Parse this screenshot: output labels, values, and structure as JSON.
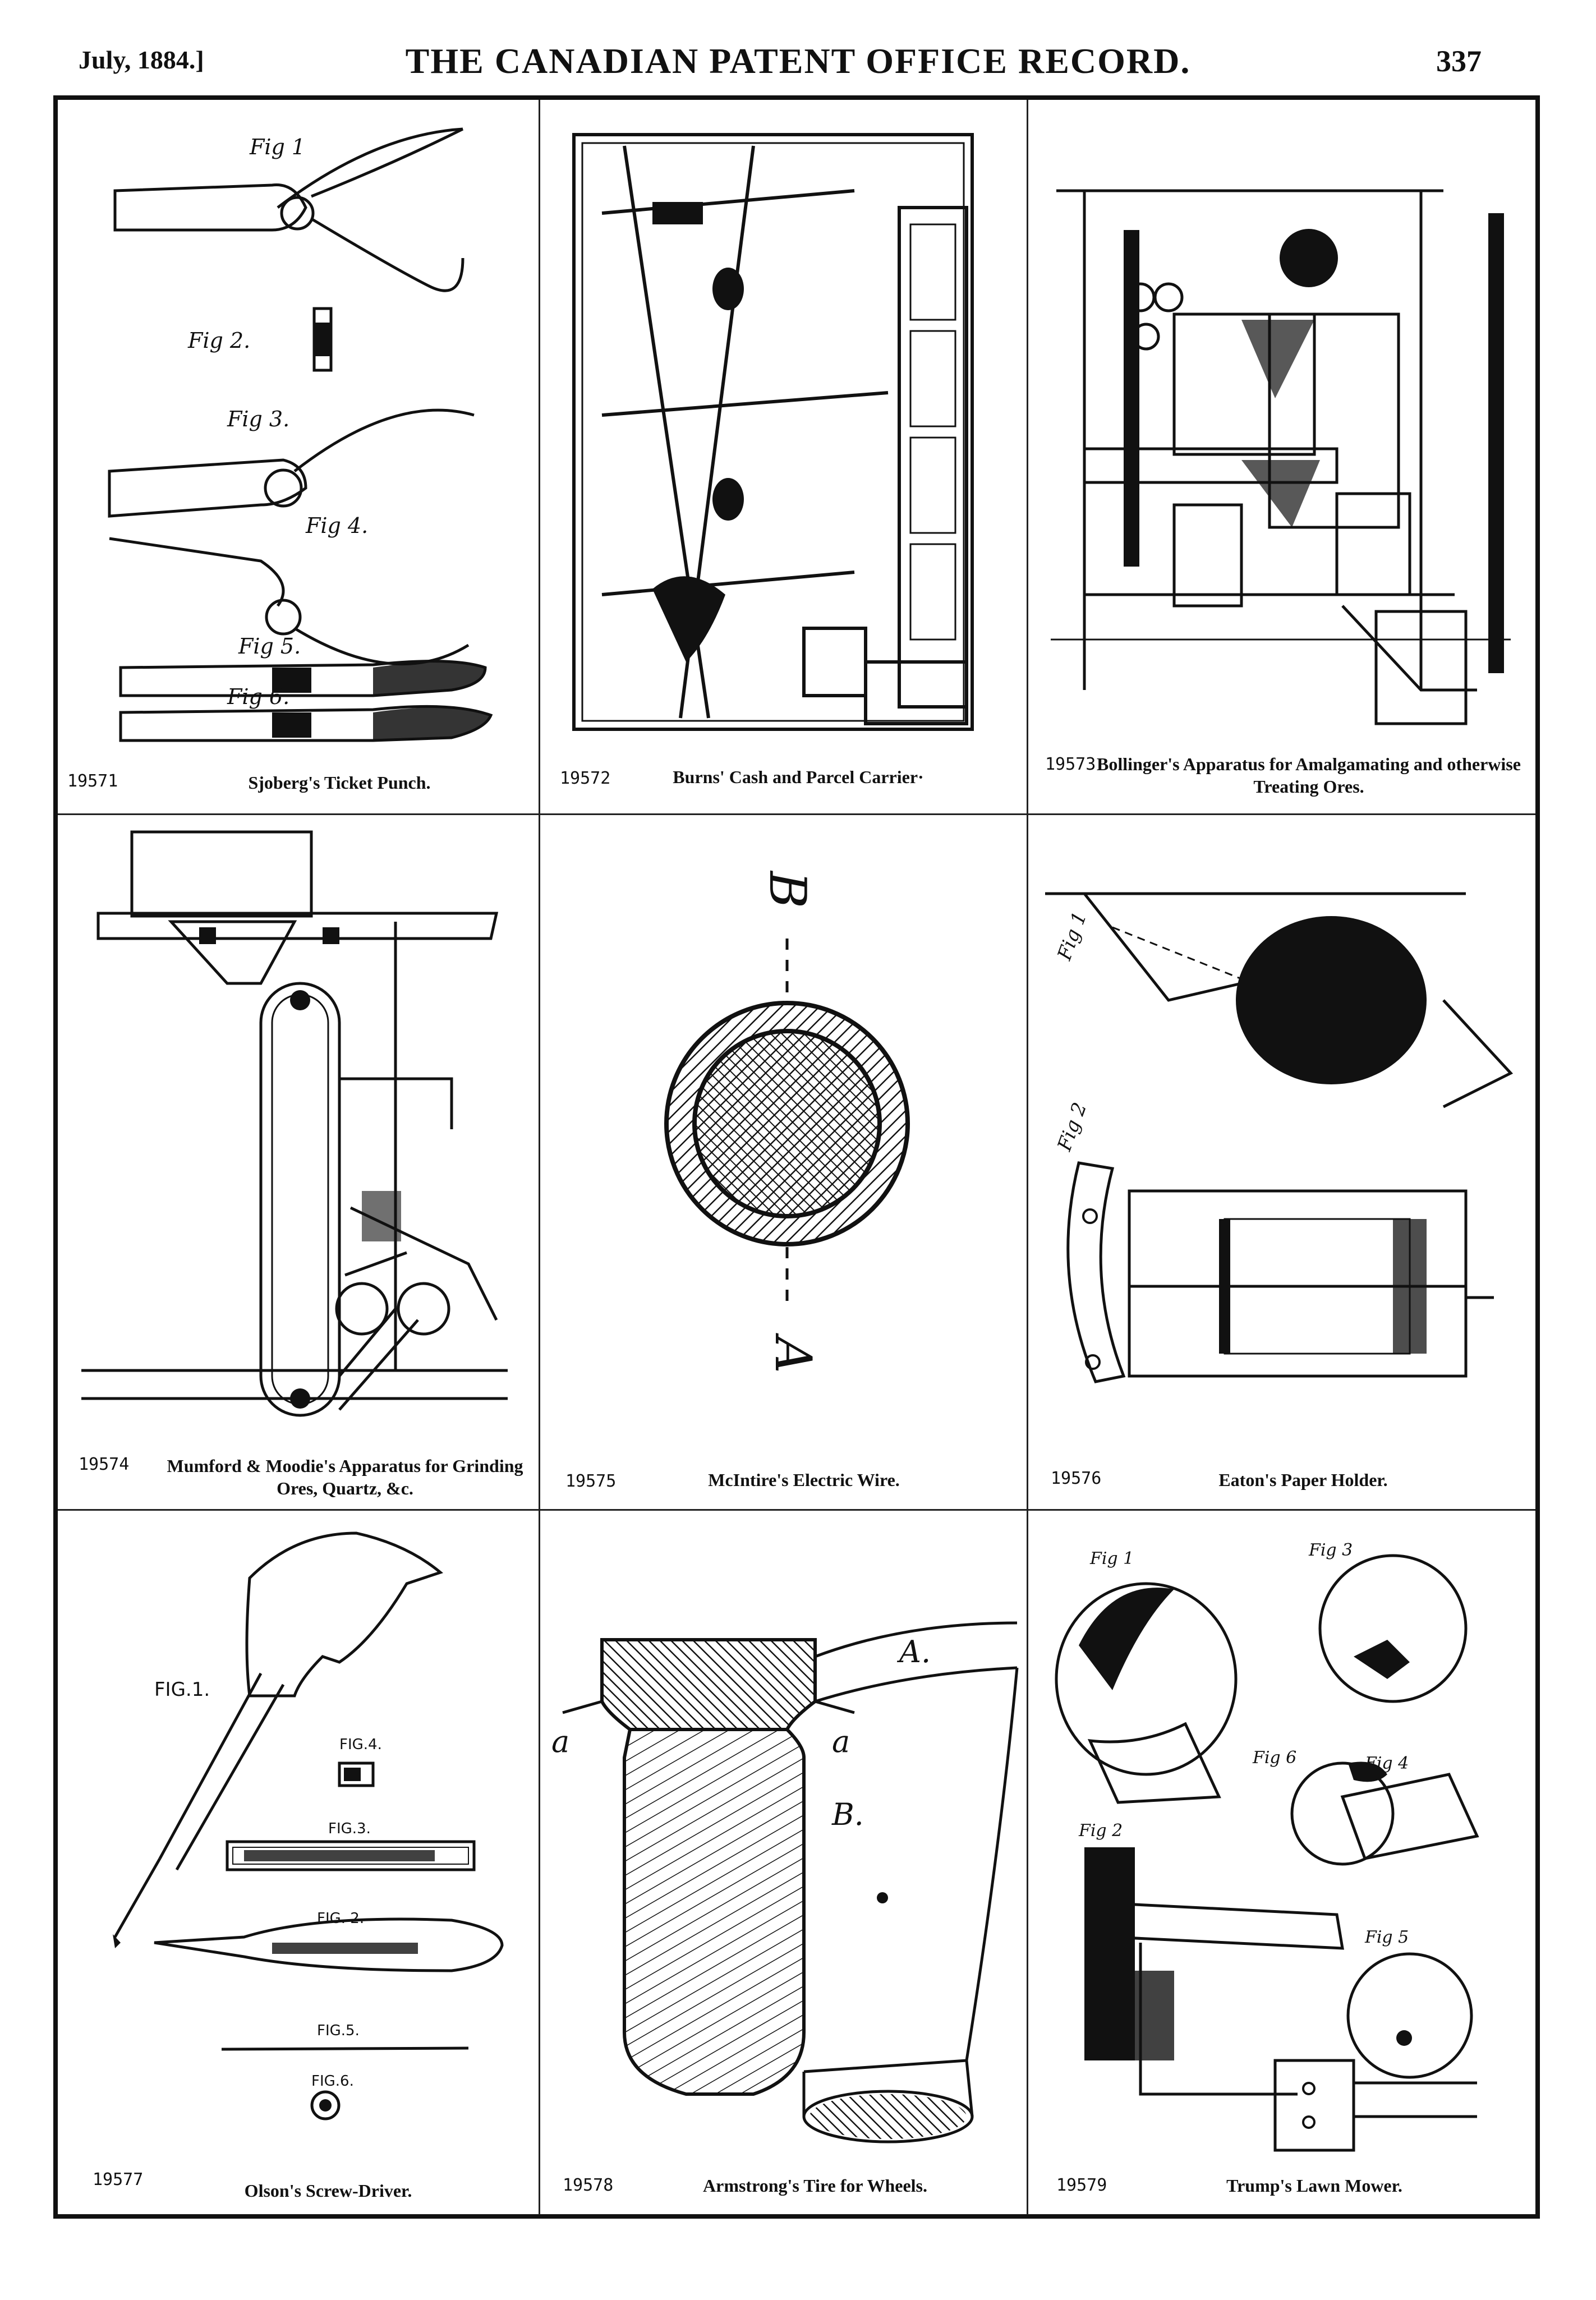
{
  "header": {
    "date": "July, 1884.]",
    "title": "THE CANADIAN PATENT OFFICE RECORD.",
    "page_number": "337"
  },
  "patents": [
    {
      "number": "19571",
      "caption": "Sjoberg's Ticket Punch."
    },
    {
      "number": "19572",
      "caption": "Burns' Cash and Parcel Carrier·"
    },
    {
      "number": "19573",
      "caption": "Bollinger's Apparatus for Amalgamating and otherwise Treating Ores."
    },
    {
      "number": "19574",
      "caption": "Mumford & Moodie's Apparatus for Grinding Ores, Quartz, &c."
    },
    {
      "number": "19575",
      "caption": "McIntire's Electric Wire."
    },
    {
      "number": "19576",
      "caption": "Eaton's Paper Holder."
    },
    {
      "number": "19577",
      "caption": "Olson's Screw-Driver."
    },
    {
      "number": "19578",
      "caption": "Armstrong's Tire for Wheels."
    },
    {
      "number": "19579",
      "caption": "Trump's Lawn Mower."
    }
  ],
  "figure_labels": {
    "punch_fig1": "Fig 1",
    "punch_fig2": "Fig 2.",
    "punch_fig3": "Fig 3.",
    "punch_fig4": "Fig 4.",
    "punch_fig5": "Fig 5.",
    "punch_fig6": "Fig 6.",
    "wire_b": "B",
    "wire_a": "A",
    "screw_fig1": "FIG.1.",
    "screw_fig2": "FIG. 2.",
    "screw_fig3": "FIG.3.",
    "screw_fig4": "FIG.4.",
    "screw_fig5": "FIG.5.",
    "screw_fig6": "FIG.6.",
    "tire_A": "A.",
    "tire_B": "B.",
    "tire_a1": "a",
    "tire_a2": "a",
    "holder_fig1": "Fig 1",
    "holder_fig2": "Fig 2",
    "mower_fig1": "Fig 1",
    "mower_fig2": "Fig 2",
    "mower_fig3": "Fig 3",
    "mower_fig4": "Fig 4",
    "mower_fig5": "Fig 5",
    "mower_fig6": "Fig 6"
  }
}
